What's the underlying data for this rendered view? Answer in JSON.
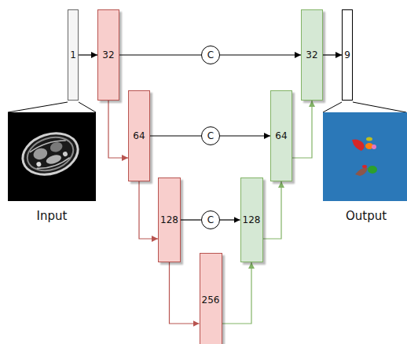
{
  "diagram": {
    "nodes": [
      {
        "text": [
          "1"
        ]
      },
      {
        "text": [
          "32"
        ]
      },
      {
        "text": [
          "C"
        ]
      },
      {
        "text": [
          "32"
        ]
      },
      {
        "text": [
          "9"
        ]
      },
      {
        "text": [
          "64"
        ]
      },
      {
        "text": [
          "C"
        ]
      },
      {
        "text": [
          "64"
        ]
      },
      {
        "text": [
          "128"
        ]
      },
      {
        "text": [
          "C"
        ]
      },
      {
        "text": [
          "128"
        ]
      },
      {
        "text": [
          "256"
        ]
      }
    ],
    "edges": [
      {
        "from": 0,
        "to": 1,
        "arrow": "to"
      },
      {
        "from": 1,
        "to": 2,
        "arrow": "none"
      },
      {
        "from": 2,
        "to": 3,
        "arrow": "to"
      },
      {
        "from": 3,
        "to": 4,
        "arrow": "to"
      },
      {
        "from": 1,
        "to": 5,
        "arrow": "to"
      },
      {
        "from": 5,
        "to": 6,
        "arrow": "none"
      },
      {
        "from": 6,
        "to": 7,
        "arrow": "to"
      },
      {
        "from": 5,
        "to": 8,
        "arrow": "to"
      },
      {
        "from": 8,
        "to": 9,
        "arrow": "none"
      },
      {
        "from": 9,
        "to": 10,
        "arrow": "to"
      },
      {
        "from": 8,
        "to": 11,
        "arrow": "to"
      },
      {
        "from": 11,
        "to": 10,
        "arrow": "to"
      },
      {
        "from": 10,
        "to": 7,
        "arrow": "to"
      },
      {
        "from": 7,
        "to": 3,
        "arrow": "to"
      }
    ],
    "labels": [
      "Input",
      "Output"
    ]
  }
}
